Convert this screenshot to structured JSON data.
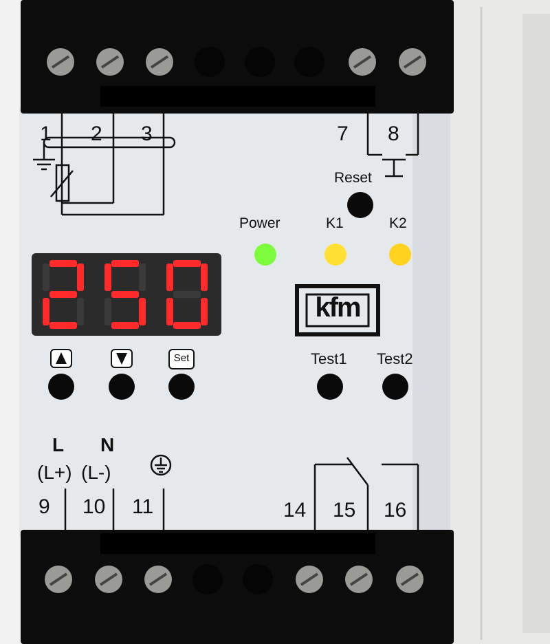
{
  "terminals_top": [
    "1",
    "2",
    "3",
    "7",
    "8"
  ],
  "terminals_bottom": [
    "9",
    "10",
    "11",
    "14",
    "15",
    "16"
  ],
  "reset_label": "Reset",
  "leds": [
    {
      "label": "Power",
      "color": "#7cfc3c"
    },
    {
      "label": "K1",
      "color": "#ffe033"
    },
    {
      "label": "K2",
      "color": "#ffd21f"
    }
  ],
  "display": {
    "value": "250",
    "color": "#ff2a2a"
  },
  "buttons": {
    "up_icon": "arrow-up-icon",
    "down_icon": "arrow-down-icon",
    "set_label": "Set",
    "test1_label": "Test1",
    "test2_label": "Test2"
  },
  "logo_text": "kfm",
  "power": {
    "l": "L",
    "l_alt": "(L+)",
    "n": "N",
    "n_alt": "(L-)"
  },
  "ground_icon": "earth-ground-icon"
}
